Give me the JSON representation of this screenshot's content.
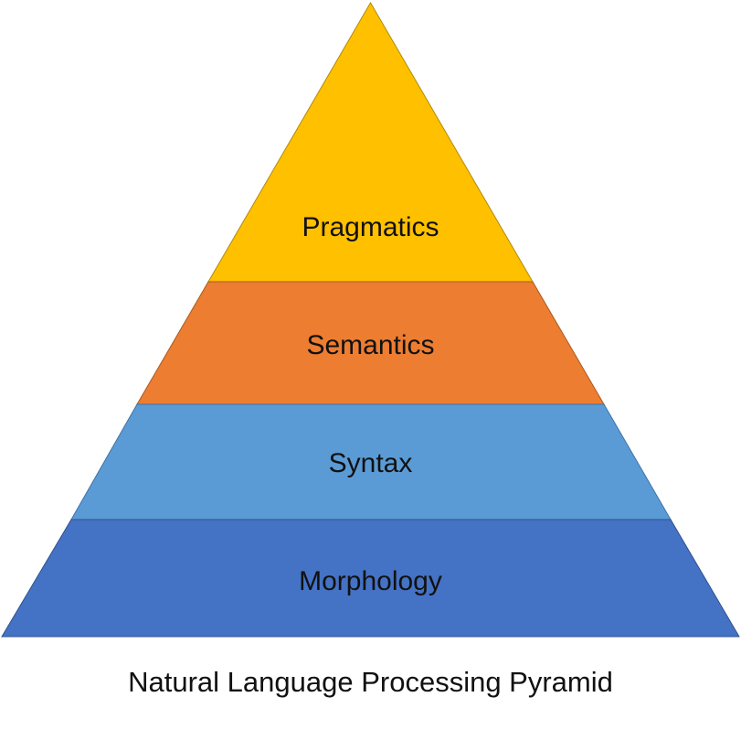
{
  "diagram": {
    "caption": "Natural Language Processing Pyramid",
    "layers": [
      {
        "label": "Pragmatics",
        "color": "#FFC000",
        "stroke": "#B08A10"
      },
      {
        "label": "Semantics",
        "color": "#ED7D31",
        "stroke": "#A85A22"
      },
      {
        "label": "Syntax",
        "color": "#5B9BD5",
        "stroke": "#3E72A8"
      },
      {
        "label": "Morphology",
        "color": "#4472C4",
        "stroke": "#2F528F"
      }
    ]
  }
}
